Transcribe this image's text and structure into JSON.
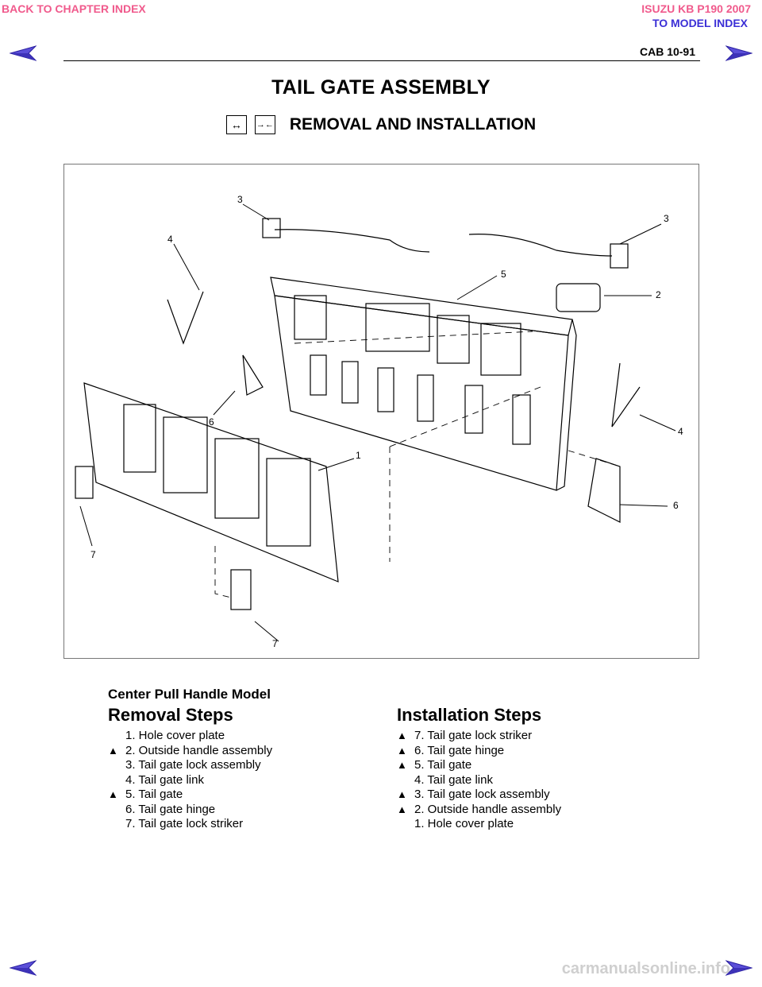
{
  "nav": {
    "back_chapter": "BACK TO CHAPTER INDEX",
    "model_title": "ISUZU KB P190 2007",
    "model_index": "TO MODEL INDEX",
    "prev_icon": "left-arrow-icon",
    "next_icon": "right-arrow-icon",
    "accent_pink": "#f05a8c",
    "accent_blue": "#3b2fd6"
  },
  "header": {
    "page_ref": "CAB  10-91"
  },
  "title": "TAIL GATE ASSEMBLY",
  "subtitle": "REMOVAL AND INSTALLATION",
  "subtitle_icons": {
    "removal": "↔",
    "installation": "→←"
  },
  "figure": {
    "callouts": [
      "3",
      "3",
      "4",
      "5",
      "2",
      "6",
      "4",
      "1",
      "6",
      "7",
      "7"
    ]
  },
  "model_label": "Center Pull Handle Model",
  "removal": {
    "heading": "Removal Steps",
    "steps": [
      {
        "marker": "",
        "text": "1. Hole cover plate"
      },
      {
        "marker": "▲",
        "text": "2. Outside handle assembly"
      },
      {
        "marker": "",
        "text": "3. Tail gate lock assembly"
      },
      {
        "marker": "",
        "text": "4. Tail gate link"
      },
      {
        "marker": "▲",
        "text": "5. Tail gate"
      },
      {
        "marker": "",
        "text": "6. Tail gate hinge"
      },
      {
        "marker": "",
        "text": "7. Tail gate lock striker"
      }
    ]
  },
  "installation": {
    "heading": "Installation Steps",
    "steps": [
      {
        "marker": "▲",
        "text": "7. Tail gate lock striker"
      },
      {
        "marker": "▲",
        "text": "6. Tail gate hinge"
      },
      {
        "marker": "▲",
        "text": "5. Tail gate"
      },
      {
        "marker": "",
        "text": "4. Tail gate link"
      },
      {
        "marker": "▲",
        "text": "3. Tail gate lock assembly"
      },
      {
        "marker": "▲",
        "text": "2. Outside handle assembly"
      },
      {
        "marker": "",
        "text": "1. Hole cover plate"
      }
    ]
  },
  "footer_watermark": "carmanualsonline.info"
}
